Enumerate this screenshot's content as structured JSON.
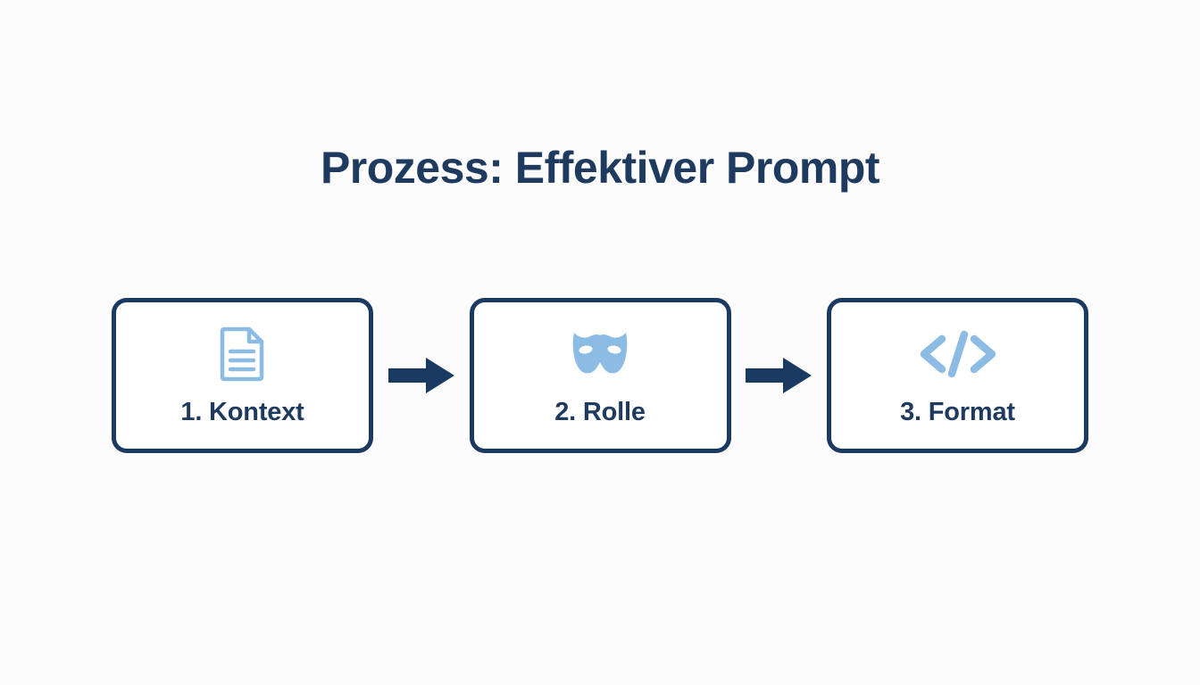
{
  "page": {
    "title": "Prozess: Effektiver Prompt",
    "background_color": "#fcfcfd"
  },
  "colors": {
    "navy": "#1e3a5f",
    "card_border": "#1b3a61",
    "icon_blue": "#8cbce4",
    "card_fill": "#ffffff",
    "arrow": "#1b3a61"
  },
  "flow": {
    "steps": [
      {
        "label": "1. Kontext",
        "icon": "document-icon",
        "icon_color": "#8cbce4"
      },
      {
        "label": "2. Rolle",
        "icon": "theater-masks-icon",
        "icon_color": "#8cbce4"
      },
      {
        "label": "3. Format",
        "icon": "code-brackets-icon",
        "icon_color": "#8cbce4"
      }
    ],
    "connectors": [
      {
        "icon": "arrow-right-icon",
        "color": "#1b3a61"
      },
      {
        "icon": "arrow-right-icon",
        "color": "#1b3a61"
      }
    ]
  }
}
